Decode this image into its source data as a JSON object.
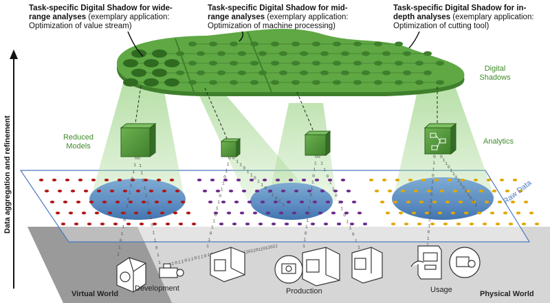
{
  "annotations": {
    "wide": {
      "bold": "Task-specific Digital Shadow for wide-range analyses",
      "rest": " (exemplary application: Optimization of value stream)"
    },
    "mid": {
      "bold": "Task-specific Digital Shadow for mid-range analyses",
      "rest": " (exemplary application: Optimization of machine processing)"
    },
    "deep": {
      "bold": "Task-specific Digital Shadow for in-depth analyses",
      "rest": " (exemplary application: Optimization of cutting tool)"
    }
  },
  "labels": {
    "digital_shadows": "Digital Shadows",
    "reduced_models": "Reduced Models",
    "analytics": "Analytics",
    "raw_data": "Raw Data",
    "y_axis": "Data aggregation and refinement",
    "virtual_world": "Virtual World",
    "physical_world": "Physical World",
    "development": "Development",
    "production": "Production",
    "usage": "Usage"
  },
  "colors": {
    "shadow_green": "#5fa844",
    "shadow_dark": "#3f7f2c",
    "cone_green": "#8cc97a",
    "raw_blue": "#4a78c4",
    "pool_blue": "#3f78b8",
    "dot_red": "#b01515",
    "dot_purple": "#6a2a8a",
    "dot_yellow": "#e0a800",
    "virtual_gray": "#9a9a9a",
    "physical_gray": "#d6d6d6"
  },
  "icons": [
    "node-network-icon",
    "cube-model-icon",
    "machine-icon",
    "robot-arm-icon",
    "atm-icon",
    "binary-stream-icon"
  ]
}
